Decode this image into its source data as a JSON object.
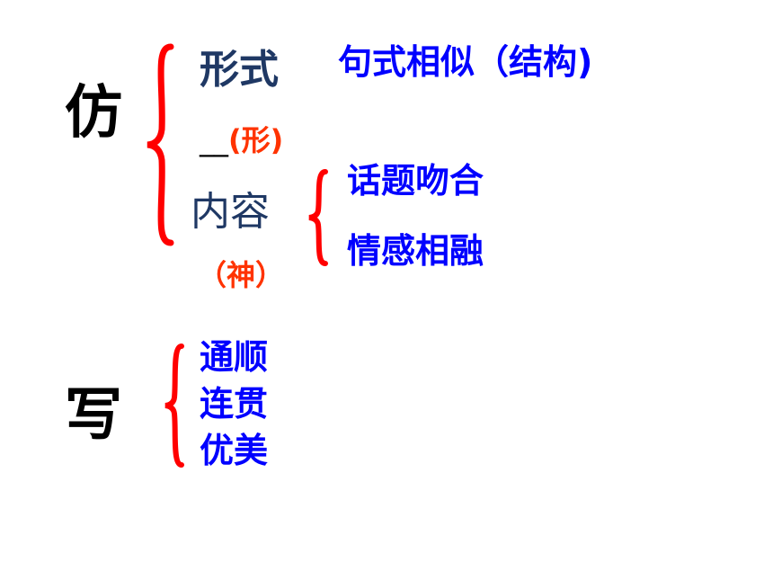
{
  "sections": {
    "fang": {
      "title": "仿",
      "form": {
        "label": "形式",
        "note_prefix": "__",
        "note": "(形)",
        "description": "句式相似（结构)"
      },
      "content": {
        "label": "内容",
        "note": "（神）",
        "items": [
          "话题吻合",
          "情感相融"
        ]
      }
    },
    "xie": {
      "title": "写",
      "items": [
        "通顺",
        "连贯",
        "优美"
      ]
    }
  },
  "colors": {
    "title": "#000000",
    "label": "#1f3864",
    "item": "#0000ff",
    "note": "#ff3300",
    "brace": "#ff0000"
  }
}
